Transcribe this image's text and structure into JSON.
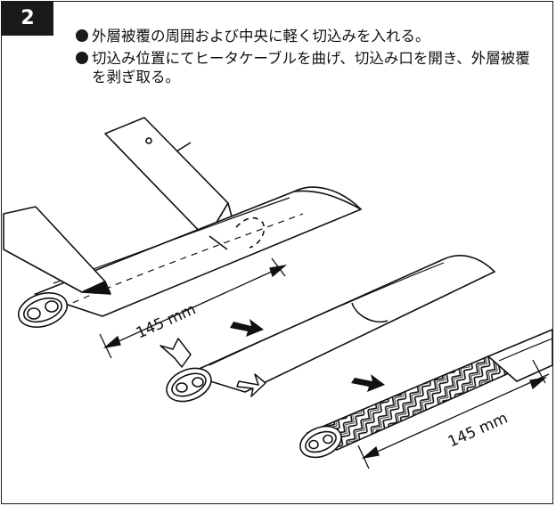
{
  "step": {
    "number": "2"
  },
  "instructions": [
    "外層被覆の周囲および中央に軽く切込みを入れる。",
    "切込み位置にてヒータケーブルを曲げ、切込み口を開き、外層被覆を剥ぎ取る。"
  ],
  "dimensions": {
    "first": "145 mm",
    "second": "145 mm"
  }
}
